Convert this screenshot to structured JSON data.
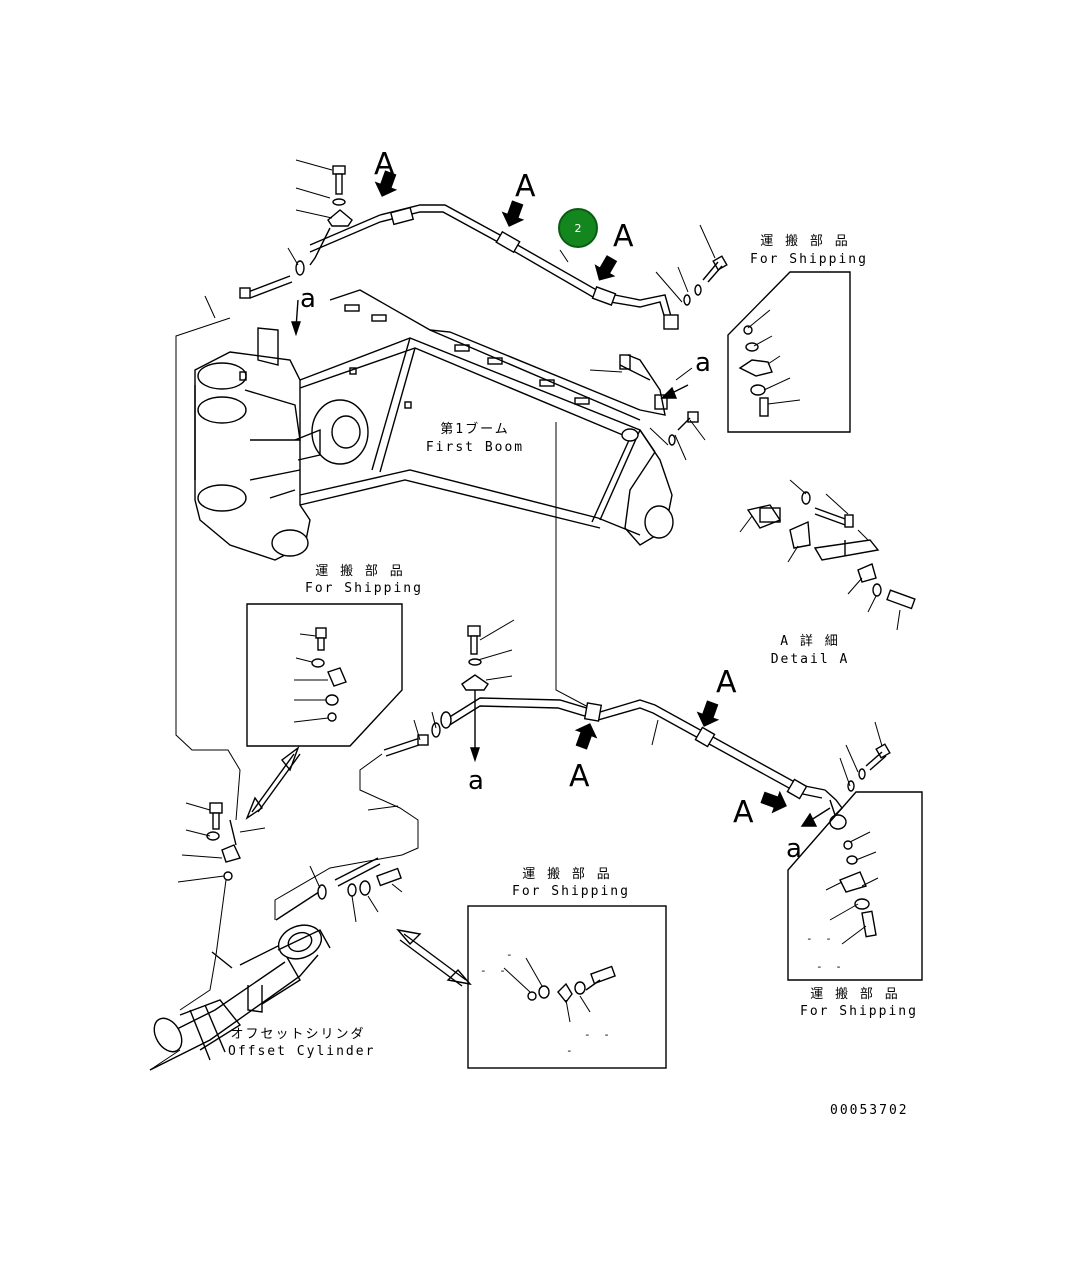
{
  "callout": {
    "number": "2",
    "color": "#14861e"
  },
  "labels": {
    "shipping_jp": "運 搬 部 品",
    "shipping_en": "For Shipping",
    "boom_jp": "第1ブーム",
    "boom_en": "First Boom",
    "detail_jp": "A 詳 細",
    "detail_en": "Detail A",
    "cylinder_jp": "オフセットシリンダ",
    "cylinder_en": "Offset Cylinder",
    "view_a": "A",
    "ref_a": "a",
    "drawing_no": "00053702",
    "dash": "-",
    "dash2": "- -"
  },
  "icons": [
    "arrow-view-icon",
    "bolt-icon",
    "washer-icon",
    "clamp-icon",
    "o-ring-icon",
    "double-arrow-icon"
  ]
}
